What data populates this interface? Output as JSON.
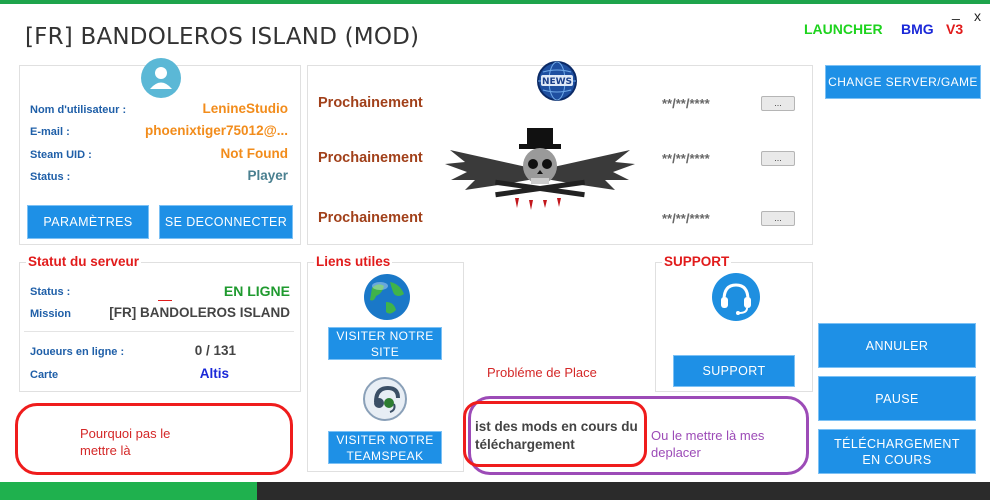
{
  "window": {
    "title": "[FR] BANDOLEROS ISLAND (MOD)",
    "launcher_label": "LAUNCHER",
    "bmg_label": "BMG",
    "version_label": "V3",
    "minimize_glyph": "_",
    "close_glyph": "x"
  },
  "profile": {
    "username_label": "Nom d'utilisateur :",
    "username_value": "LenineStudio",
    "email_label": "E-mail :",
    "email_value": "phoenixtiger75012@...",
    "steam_label": "Steam UID :",
    "steam_value": "Not Found",
    "status_label": "Status :",
    "status_value": "Player",
    "settings_button": "PARAMÈTRES",
    "logout_button": "SE DECONNECTER"
  },
  "news": {
    "items": [
      {
        "label": "Prochainement",
        "date": "**/**/****",
        "button": "..."
      },
      {
        "label": "Prochainement",
        "date": "**/**/****",
        "button": "..."
      },
      {
        "label": "Prochainement",
        "date": "**/**/****",
        "button": "..."
      }
    ]
  },
  "change_server_button": "CHANGE SERVER/GAME",
  "server": {
    "title": "Statut du serveur",
    "status_label": "Status :",
    "status_value": "EN LIGNE",
    "mission_label": "Mission",
    "mission_value": "[FR] BANDOLEROS ISLAND",
    "players_label": "Joueurs en ligne :",
    "players_value": "0 / 131",
    "map_label": "Carte",
    "map_value": "Altis"
  },
  "links": {
    "title": "Liens utiles",
    "site_button": "VISITER NOTRE SITE",
    "teamspeak_button": "VISITER NOTRE TEAMSPEAK"
  },
  "support": {
    "title": "SUPPORT",
    "button": "SUPPORT"
  },
  "actions": {
    "cancel": "ANNULER",
    "pause": "PAUSE",
    "download": "TÉLÉCHARGEMENT EN COURS"
  },
  "annotations": {
    "place_problem": "Probléme de Place",
    "why_not": "Pourquoi pas le mettre là",
    "mods_download": "ist des mods en cours du téléchargement",
    "or_put_here": "Ou le mettre là mes deplacer"
  },
  "colors": {
    "accent_blue": "#1e90e6",
    "section_red": "#e11b1b",
    "online_green": "#1f9a2f",
    "orange": "#f28c1b",
    "annotation_red": "#ef1c1c",
    "annotation_purple": "#9c4bb7"
  },
  "progress": {
    "fraction": 0.26
  }
}
